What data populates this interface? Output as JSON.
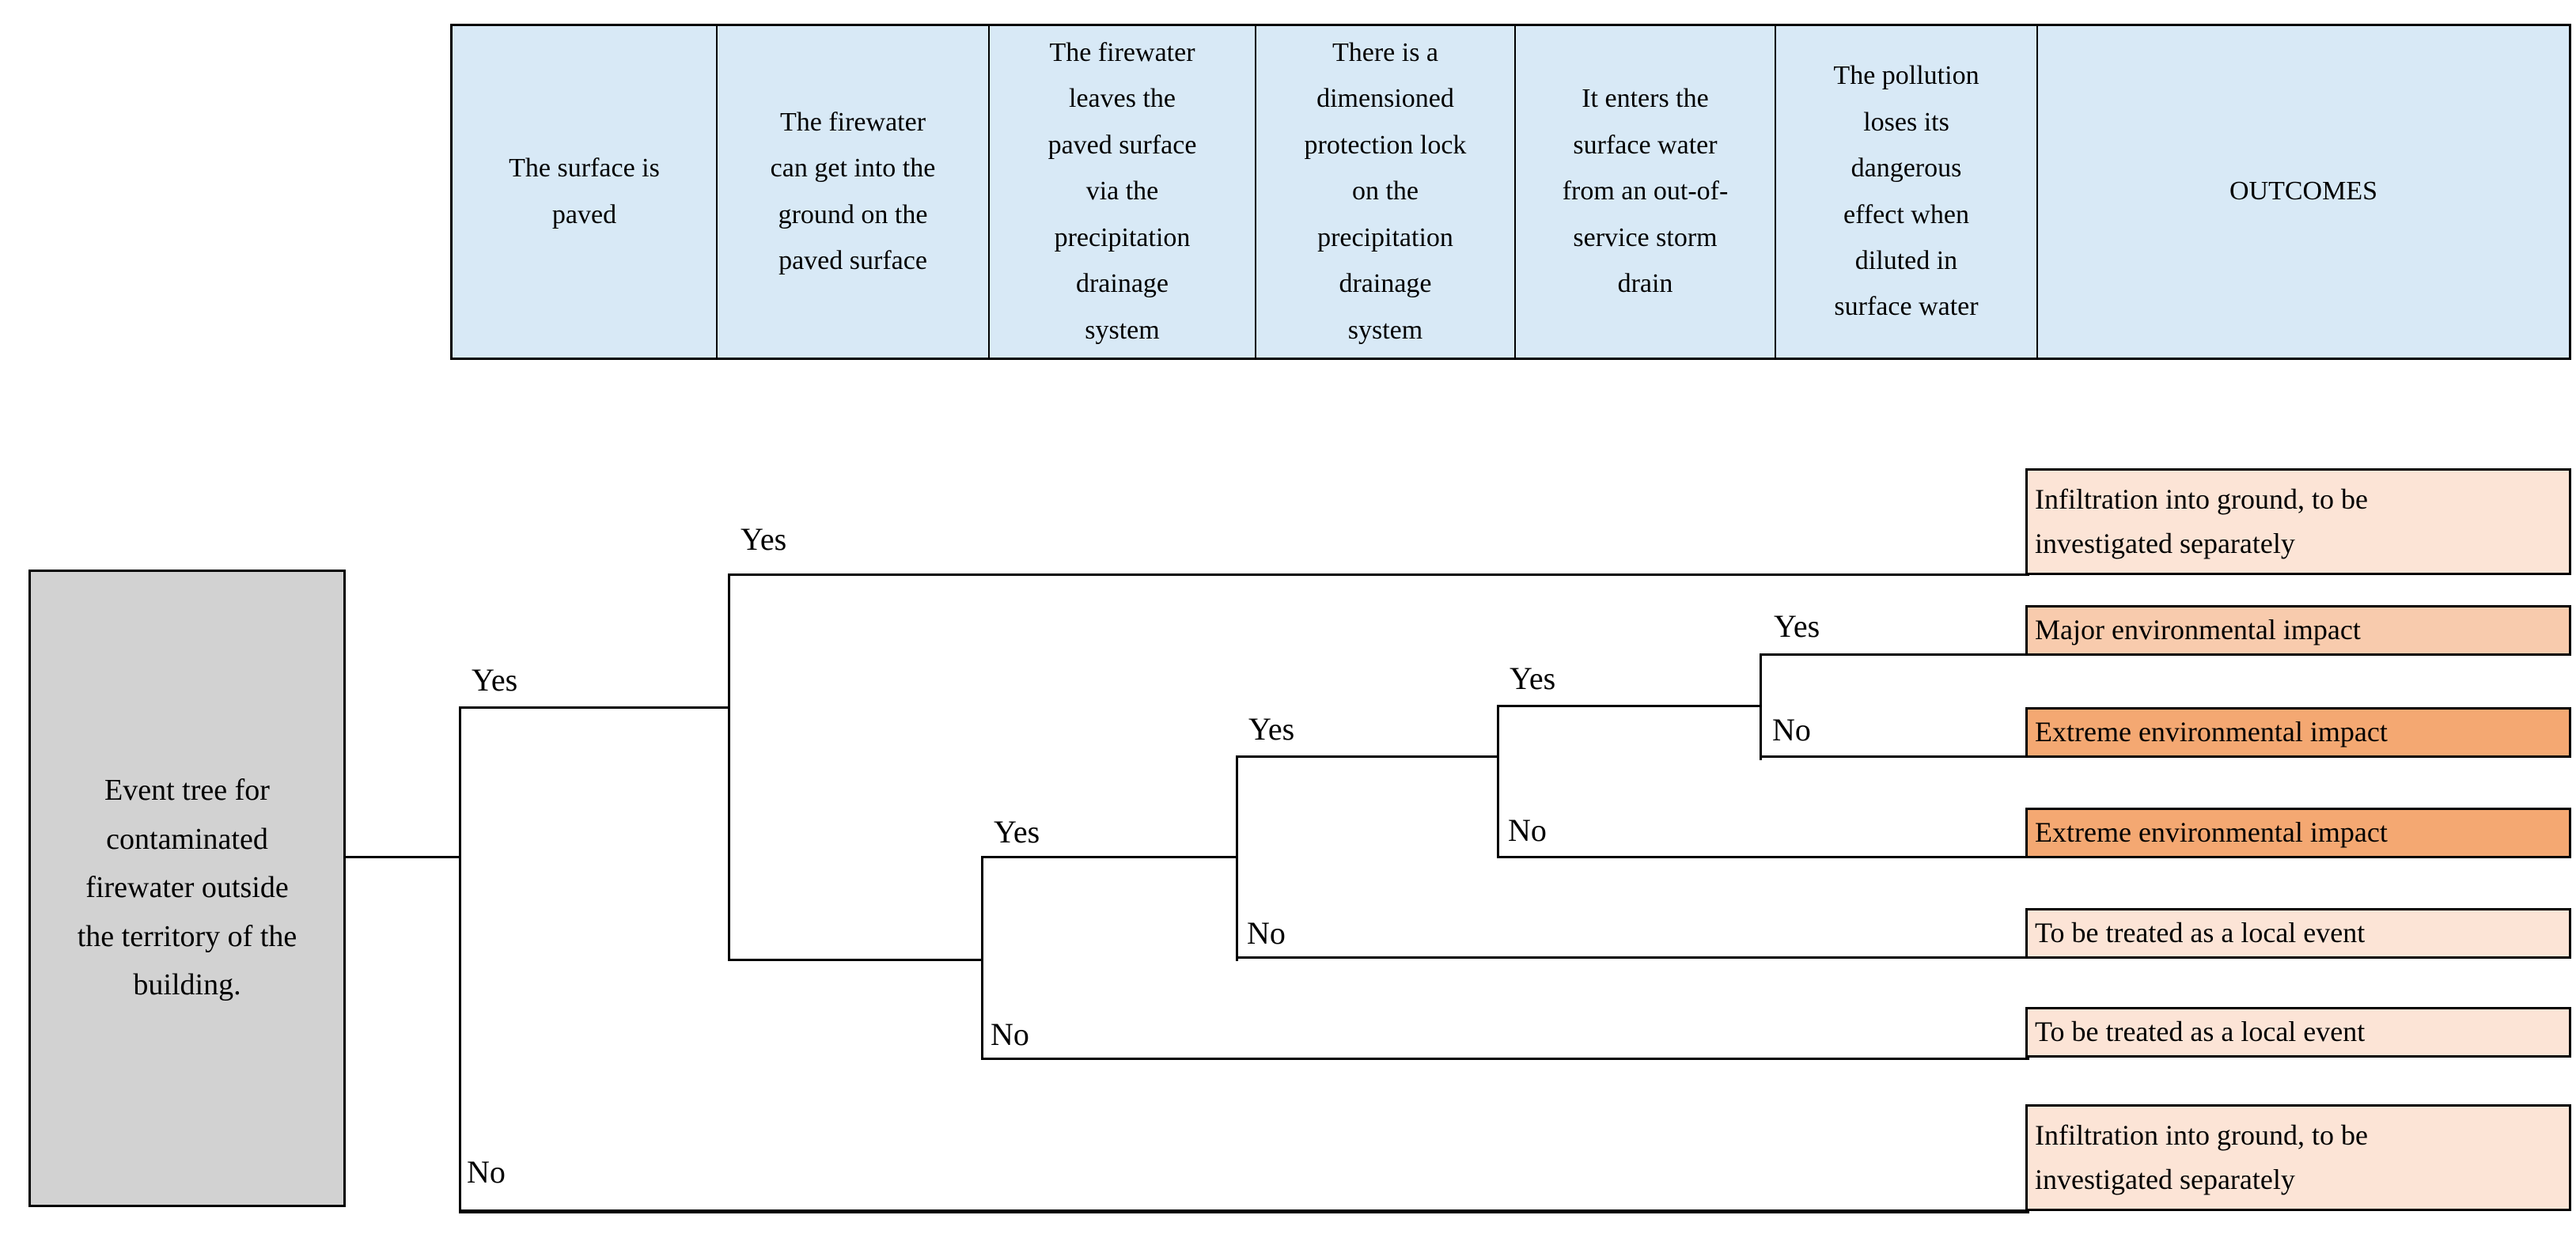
{
  "header": {
    "columns": [
      {
        "label": "The surface is\npaved"
      },
      {
        "label": "The firewater\ncan get into the\nground on the\npaved surface"
      },
      {
        "label": "The firewater\nleaves the\npaved surface\nvia the\nprecipitation\ndrainage\nsystem"
      },
      {
        "label": "There is a\ndimensioned\nprotection lock\non the\nprecipitation\ndrainage\nsystem"
      },
      {
        "label": "It enters the\nsurface water\nfrom an out-of-\nservice storm\ndrain"
      },
      {
        "label": "The pollution\nloses its\ndangerous\neffect when\ndiluted in\nsurface water"
      },
      {
        "label": "OUTCOMES"
      }
    ]
  },
  "root": {
    "label": "Event tree for\ncontaminated\nfirewater outside\nthe territory of the\nbuilding."
  },
  "tree": {
    "nodes": [
      {
        "name": "surface-paved",
        "yes": "Yes",
        "no": "No"
      },
      {
        "name": "into-ground",
        "yes": "Yes"
      },
      {
        "name": "leaves-via-drainage",
        "yes": "Yes",
        "no": "No"
      },
      {
        "name": "protection-lock",
        "yes": "Yes",
        "no": "No"
      },
      {
        "name": "enters-surface-water",
        "yes": "Yes",
        "no": "No"
      },
      {
        "name": "pollution-diluted",
        "yes": "Yes",
        "no": "No"
      }
    ]
  },
  "outcomes": [
    {
      "label": "Infiltration into ground, to be\ninvestigated separately",
      "severity": "low"
    },
    {
      "label": "Major environmental impact",
      "severity": "medium"
    },
    {
      "label": "Extreme environmental impact",
      "severity": "high"
    },
    {
      "label": "Extreme environmental impact",
      "severity": "high"
    },
    {
      "label": "To be treated as a local event",
      "severity": "low"
    },
    {
      "label": "To be treated as a local event",
      "severity": "low"
    },
    {
      "label": "Infiltration into ground, to be\ninvestigated separately",
      "severity": "low"
    }
  ],
  "colors": {
    "header_fill": "#D8E9F6",
    "root_fill": "#D2D2D2",
    "outcome_low": "#FCE4D6",
    "outcome_medium": "#F8CBAD",
    "outcome_high": "#F4A872",
    "line": "#000000"
  }
}
